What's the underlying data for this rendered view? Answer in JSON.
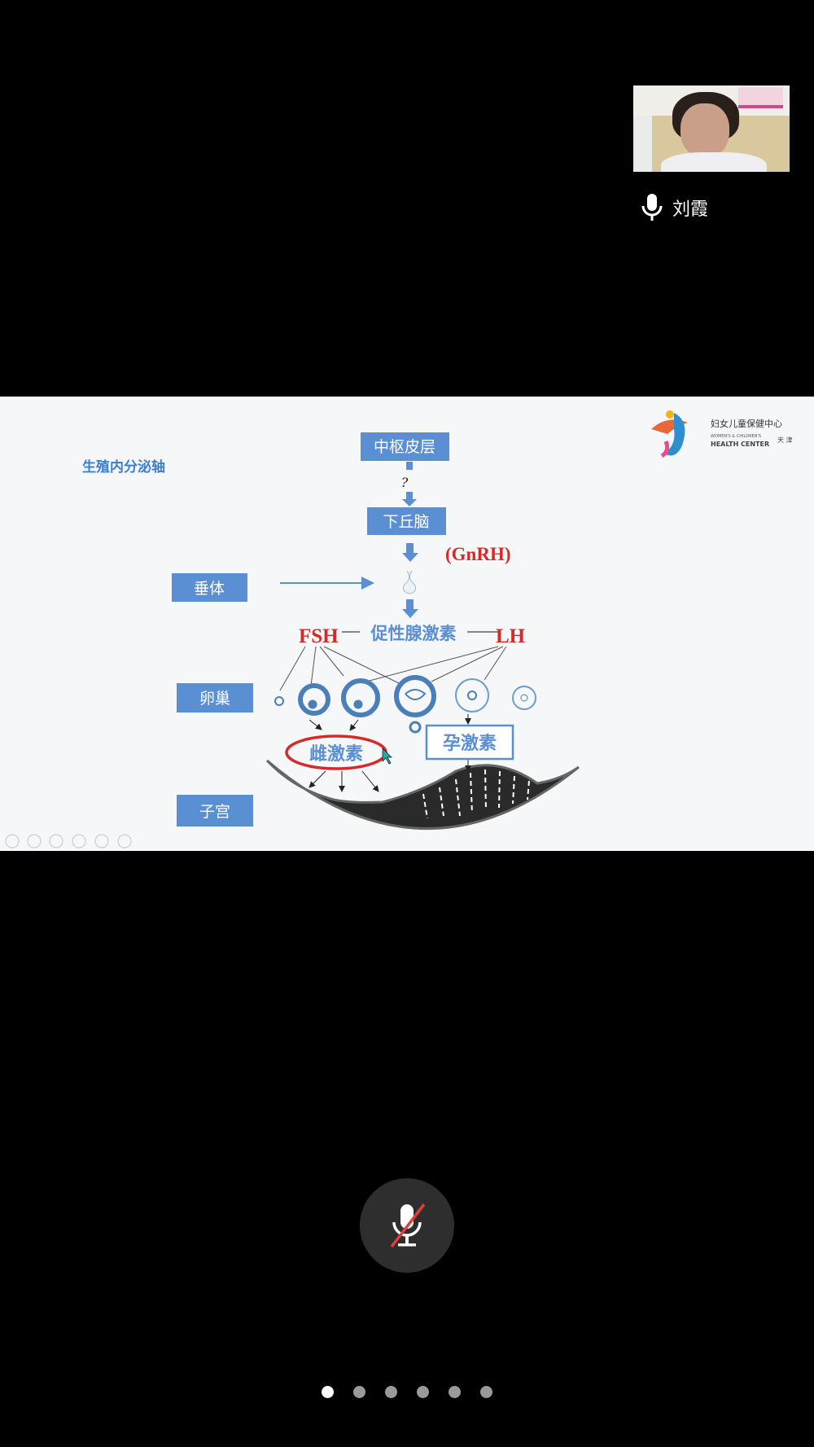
{
  "participant": {
    "name": "刘霞",
    "mic": "microphone-icon"
  },
  "slide": {
    "title": "生殖内分泌轴",
    "logo": {
      "cn": "妇女儿童保健中心",
      "en1": "WOMEN'S & CHILDREN'S",
      "en2": "HEALTH CENTER",
      "city": "天 津"
    },
    "boxes": {
      "cortex": "中枢皮层",
      "unknown": "?",
      "hypothalamus": "下丘脑",
      "gnrh": "(GnRH)",
      "pituitary": "垂体",
      "gonadotropin": "促性腺激素",
      "fsh": "FSH",
      "lh": "LH",
      "ovary": "卵巢",
      "estrogen": "雌激素",
      "progesterone": "孕激素",
      "uterus": "子宫"
    },
    "colors": {
      "box": "#5b8fd3",
      "red": "#d42a2a",
      "title": "#3b7fd0"
    }
  },
  "controls": {
    "mic_state": "muted",
    "page_count": 6,
    "current_page": 1
  }
}
